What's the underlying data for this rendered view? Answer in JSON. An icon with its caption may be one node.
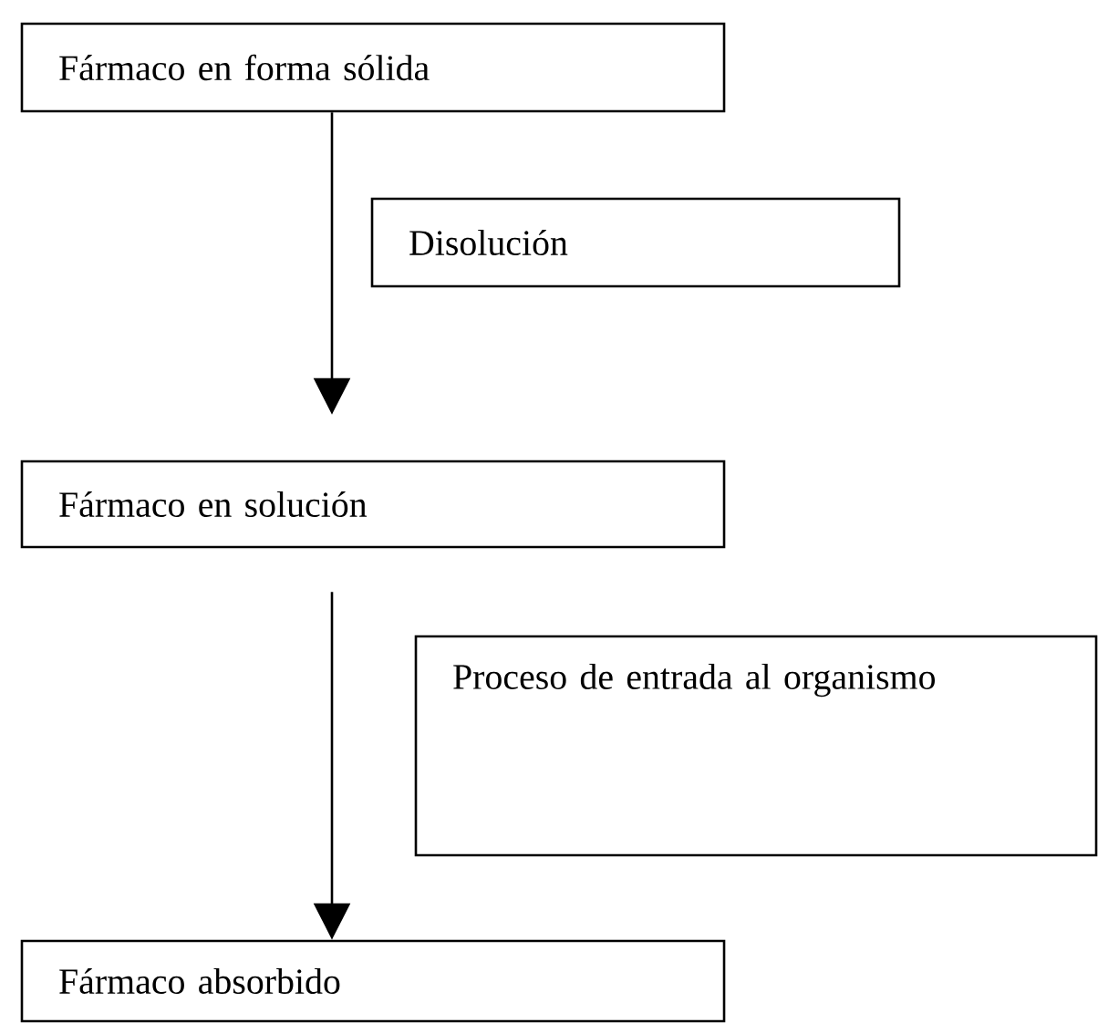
{
  "diagram": {
    "nodes": [
      {
        "text": [
          "Fármaco en forma sólida"
        ]
      },
      {
        "text": [
          "Disolución"
        ]
      },
      {
        "text": [
          "Fármaco en solución"
        ]
      },
      {
        "text": [
          "Proceso de entrada al organismo"
        ]
      },
      {
        "text": [
          "Fármaco absorbido"
        ]
      }
    ],
    "edges": [
      {
        "from": 0,
        "to": 2,
        "arrow": "to"
      },
      {
        "from": 2,
        "to": 4,
        "arrow": "to"
      }
    ]
  }
}
